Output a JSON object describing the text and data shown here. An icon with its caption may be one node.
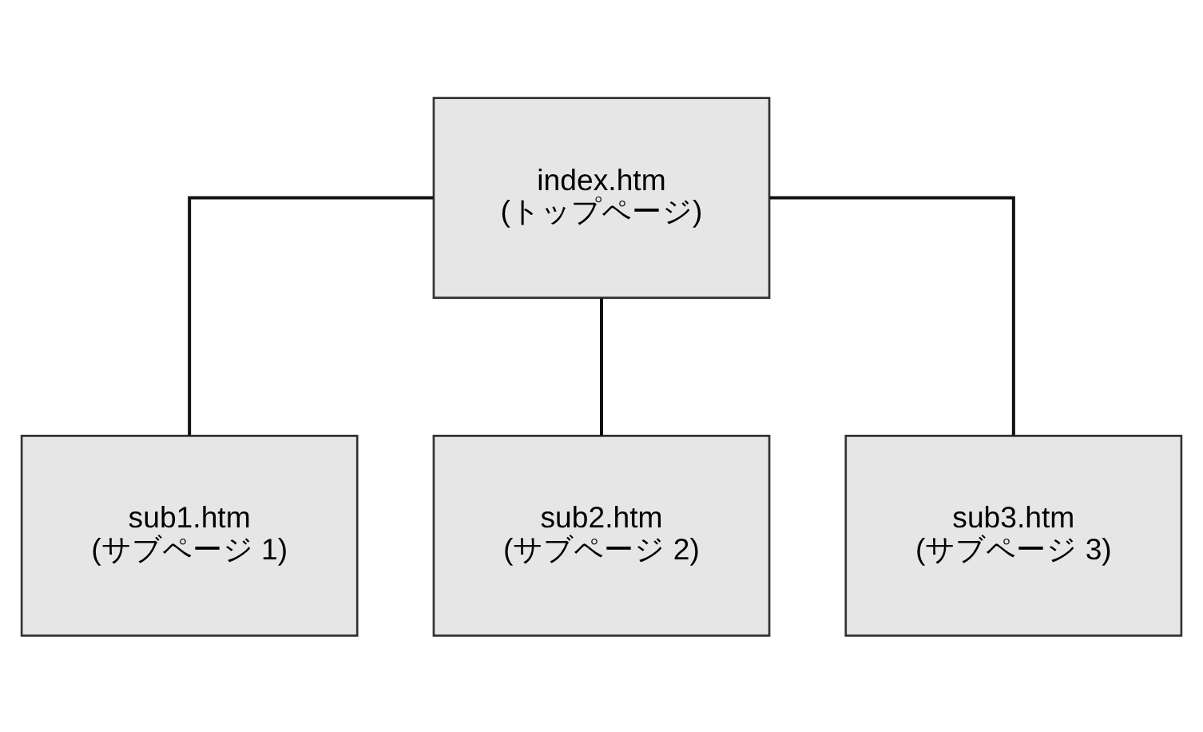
{
  "diagram": {
    "nodes": [
      {
        "text": [
          "index.htm",
          "(トップページ)"
        ]
      },
      {
        "text": [
          "sub1.htm",
          "(サブページ 1)"
        ]
      },
      {
        "text": [
          "sub2.htm",
          "(サブページ 2)"
        ]
      },
      {
        "text": [
          "sub3.htm",
          "(サブページ 3)"
        ]
      }
    ],
    "edges": [
      {
        "from": 0,
        "to": 1,
        "arrow": "none"
      },
      {
        "from": 0,
        "to": 2,
        "arrow": "none"
      },
      {
        "from": 0,
        "to": 3,
        "arrow": "none"
      }
    ]
  }
}
